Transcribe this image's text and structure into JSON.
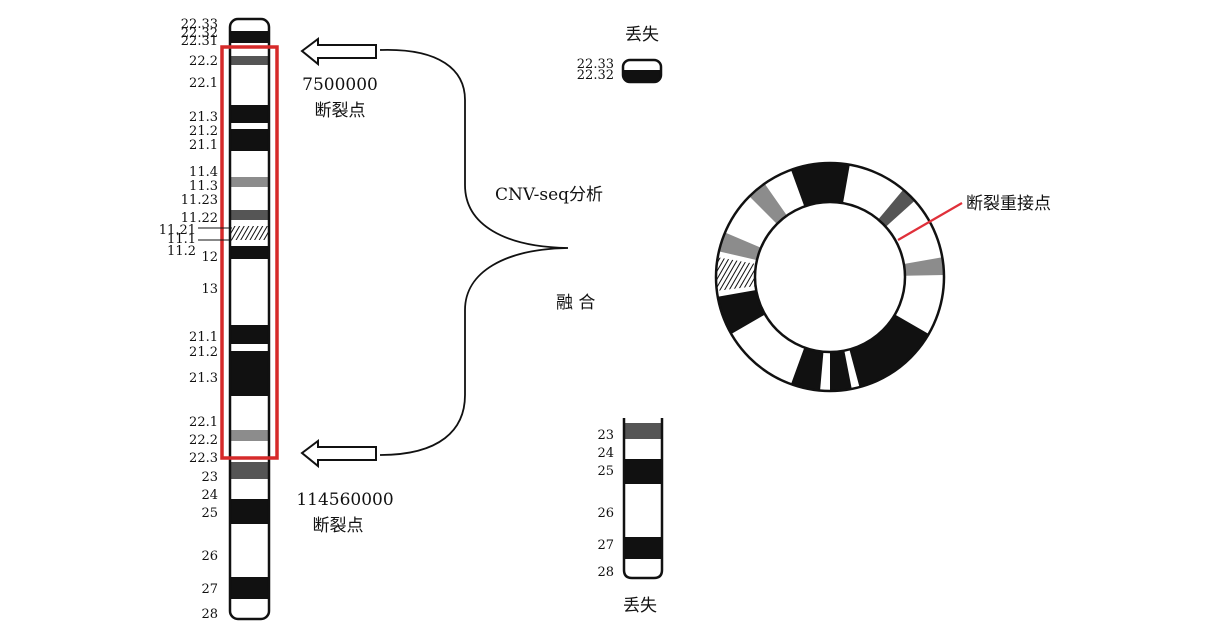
{
  "main_chromosome": {
    "labels": [
      "22.33",
      "22.32",
      "22.31",
      "22.2",
      "22.1",
      "21.3",
      "21.2",
      "21.1",
      "11.4",
      "11.3",
      "11.23",
      "11.22",
      "11.21",
      "11.1",
      "11.2",
      "12",
      "13",
      "21.1",
      "21.2",
      "21.3",
      "22.1",
      "22.2",
      "22.3",
      "23",
      "24",
      "25",
      "26",
      "27",
      "28"
    ]
  },
  "top_fragment": {
    "title": "丢失",
    "labels": [
      "22.33",
      "22.32"
    ]
  },
  "bottom_fragment": {
    "title": "丢失",
    "labels": [
      "23",
      "24",
      "25",
      "26",
      "27",
      "28"
    ]
  },
  "breakpoints": [
    {
      "position": "7500000",
      "label": "断裂点"
    },
    {
      "position": "114560000",
      "label": "断裂点"
    }
  ],
  "brace_labels": {
    "method": "CNV-seq分析",
    "fusion": "融 合"
  },
  "ring": {
    "rejoin_label": "断裂重接点"
  },
  "colors": {
    "black_band": "#111111",
    "dark_gray_band": "#555555",
    "gray_band": "#8c8c8c",
    "highlight_box": "#d62a2a",
    "rejoin_line": "#e0303a"
  }
}
